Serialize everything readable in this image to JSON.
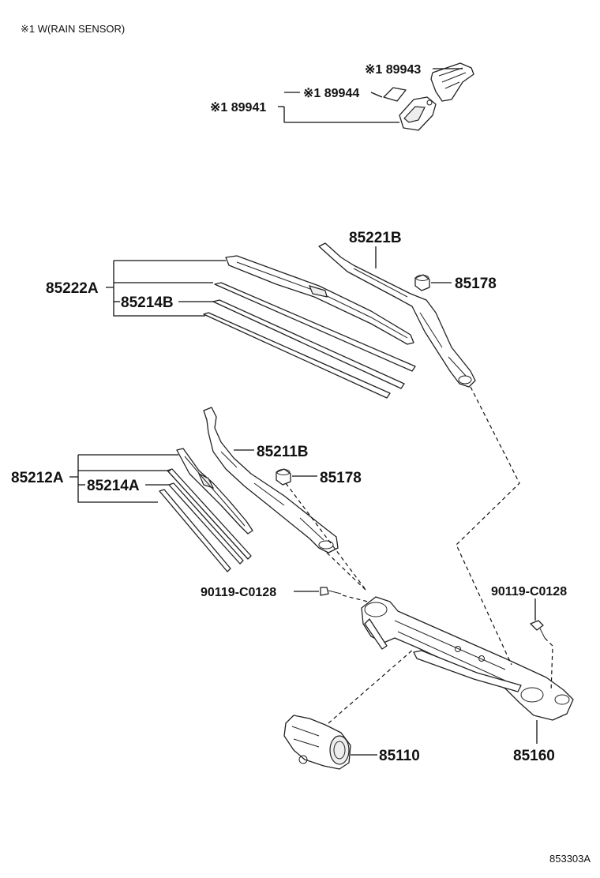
{
  "note": "※1 W(RAIN SENSOR)",
  "diagram_code": "853303A",
  "rain_sensor_parts": {
    "p89943": "※1 89943",
    "p89944": "※1 89944",
    "p89941": "※1 89941"
  },
  "parts": {
    "p85221B": "85221B",
    "p85178_upper": "85178",
    "p85222A": "85222A",
    "p85214B": "85214B",
    "p85211B": "85211B",
    "p85212A": "85212A",
    "p85214A": "85214A",
    "p85178_lower": "85178",
    "bolt_left": "90119-C0128",
    "bolt_right": "90119-C0128",
    "p85110": "85110",
    "p85160": "85160"
  }
}
